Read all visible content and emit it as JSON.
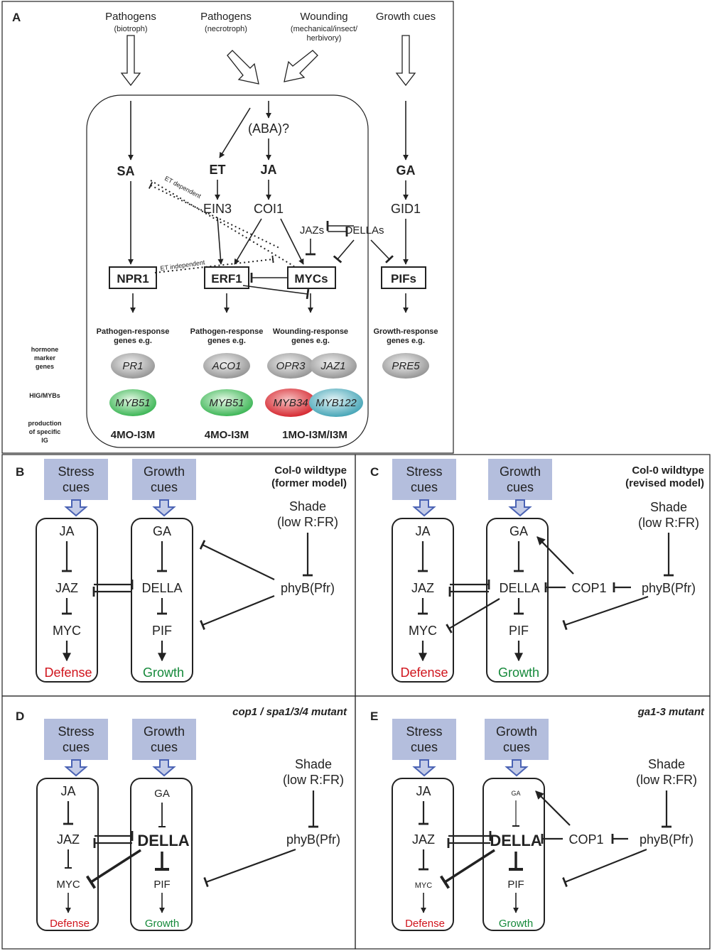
{
  "panelA": {
    "letter": "A",
    "inputs": {
      "biotroph_title": "Pathogens",
      "biotroph_sub": "(biotroph)",
      "necrotroph_title": "Pathogens",
      "necrotroph_sub": "(necrotroph)",
      "wounding_title": "Wounding",
      "wounding_sub1": "(mechanical/insect/",
      "wounding_sub2": "herbivory)",
      "growth_title": "Growth cues"
    },
    "nodes": {
      "aba": "(ABA)?",
      "sa": "SA",
      "et": "ET",
      "ja": "JA",
      "ga": "GA",
      "ein3": "EIN3",
      "coi1": "COI1",
      "gid1": "GID1",
      "jazs": "JAZs",
      "dellas": "DELLAs",
      "npr1": "NPR1",
      "erf1": "ERF1",
      "mycs": "MYCs",
      "pifs": "PIFs"
    },
    "notes": {
      "et_dependent": "ET dependent",
      "et_independent": "ET independent"
    },
    "response_genes": {
      "pathogen1_l1": "Pathogen-response",
      "pathogen1_l2": "genes e.g.",
      "pathogen2_l1": "Pathogen-response",
      "pathogen2_l2": "genes e.g.",
      "wounding_l1": "Wounding-response",
      "wounding_l2": "genes e.g.",
      "growth_l1": "Growth-response",
      "growth_l2": "genes e.g."
    },
    "row_labels": {
      "marker_l1": "hormone",
      "marker_l2": "marker",
      "marker_l3": "genes",
      "hig": "HIG/MYBs",
      "prod_l1": "production",
      "prod_l2": "of specific",
      "prod_l3": "IG"
    },
    "genes": {
      "pr1": "PR1",
      "aco1": "ACO1",
      "opr3": "OPR3",
      "jaz1": "JAZ1",
      "pre5": "PRE5",
      "myb51_a": "MYB51",
      "myb51_b": "MYB51",
      "myb34": "MYB34",
      "myb122": "MYB122"
    },
    "products": {
      "p1": "4MO-I3M",
      "p2": "4MO-I3M",
      "p3": "1MO-I3M/I3M"
    }
  },
  "panels": {
    "B": {
      "letter": "B",
      "title1": "Col-0 wildtype",
      "title2": "(former model)",
      "stress1": "Stress",
      "stress2": "cues",
      "growth1": "Growth",
      "growth2": "cues",
      "shade1": "Shade",
      "shade2": "(low R:FR)",
      "ja": "JA",
      "jaz": "JAZ",
      "myc": "MYC",
      "defense": "Defense",
      "ga": "GA",
      "della": "DELLA",
      "pif": "PIF",
      "growth": "Growth",
      "phyb": "phyB(Pfr)"
    },
    "C": {
      "letter": "C",
      "title1": "Col-0 wildtype",
      "title2": "(revised model)",
      "stress1": "Stress",
      "stress2": "cues",
      "growth1": "Growth",
      "growth2": "cues",
      "shade1": "Shade",
      "shade2": "(low R:FR)",
      "ja": "JA",
      "jaz": "JAZ",
      "myc": "MYC",
      "defense": "Defense",
      "ga": "GA",
      "della": "DELLA",
      "pif": "PIF",
      "growth": "Growth",
      "cop1": "COP1",
      "phyb": "phyB(Pfr)"
    },
    "D": {
      "letter": "D",
      "title1": "cop1 / spa1/3/4 mutant",
      "stress1": "Stress",
      "stress2": "cues",
      "growth1": "Growth",
      "growth2": "cues",
      "shade1": "Shade",
      "shade2": "(low R:FR)",
      "ja": "JA",
      "jaz": "JAZ",
      "myc": "MYC",
      "defense": "Defense",
      "ga": "GA",
      "della": "DELLA",
      "pif": "PIF",
      "growth": "Growth",
      "phyb": "phyB(Pfr)"
    },
    "E": {
      "letter": "E",
      "title1": "ga1-3 mutant",
      "stress1": "Stress",
      "stress2": "cues",
      "growth1": "Growth",
      "growth2": "cues",
      "shade1": "Shade",
      "shade2": "(low R:FR)",
      "ja": "JA",
      "jaz": "JAZ",
      "myc": "MYC",
      "defense": "Defense",
      "ga": "GA",
      "della": "DELLA",
      "pif": "PIF",
      "growth": "Growth",
      "cop1": "COP1",
      "phyb": "phyB(Pfr)"
    }
  },
  "colors": {
    "cue_box": "#b4bedd",
    "cue_arrow": "#4b63b4",
    "defense": "#d0141c",
    "growth": "#15893a",
    "gray_gene": "#a9a9a9",
    "green_gene": "#3fbf55",
    "red_gene": "#d61f2a",
    "teal_gene": "#40a7b8"
  }
}
